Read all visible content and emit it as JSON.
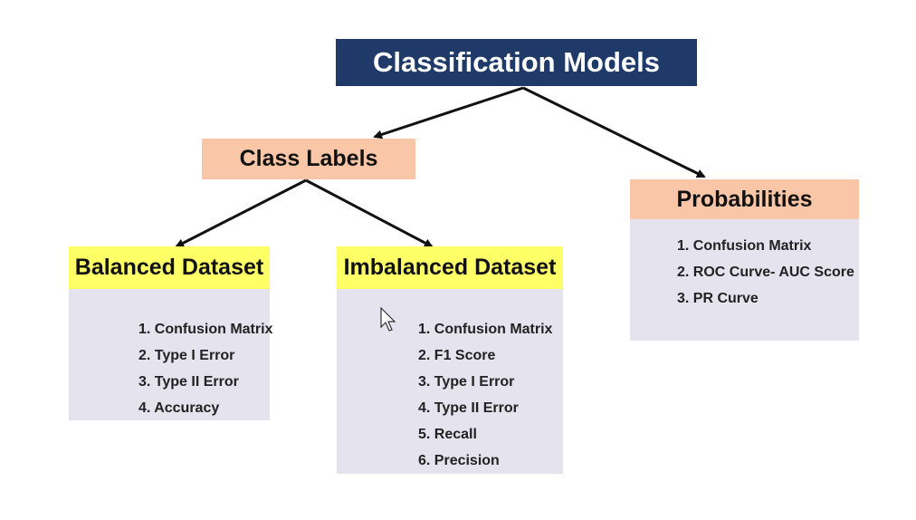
{
  "root": {
    "label": "Classification Models"
  },
  "class_labels": {
    "label": "Class Labels"
  },
  "balanced": {
    "label": "Balanced Dataset",
    "items": [
      "1. Confusion Matrix",
      "2. Type I Error",
      "3. Type II Error",
      "4. Accuracy"
    ]
  },
  "imbalanced": {
    "label": "Imbalanced Dataset",
    "items": [
      "1. Confusion Matrix",
      "2. F1 Score",
      "3. Type I Error",
      "4. Type II Error",
      "5. Recall",
      "6. Precision"
    ]
  },
  "probabilities": {
    "label": "Probabilities",
    "items": [
      "1. Confusion Matrix",
      "2. ROC Curve- AUC Score",
      "3. PR Curve"
    ]
  },
  "colors": {
    "root_bg": "#1f3a68",
    "salmon": "#f9c7a8",
    "yellow": "#ffff66",
    "panel": "#e4e3ee"
  }
}
